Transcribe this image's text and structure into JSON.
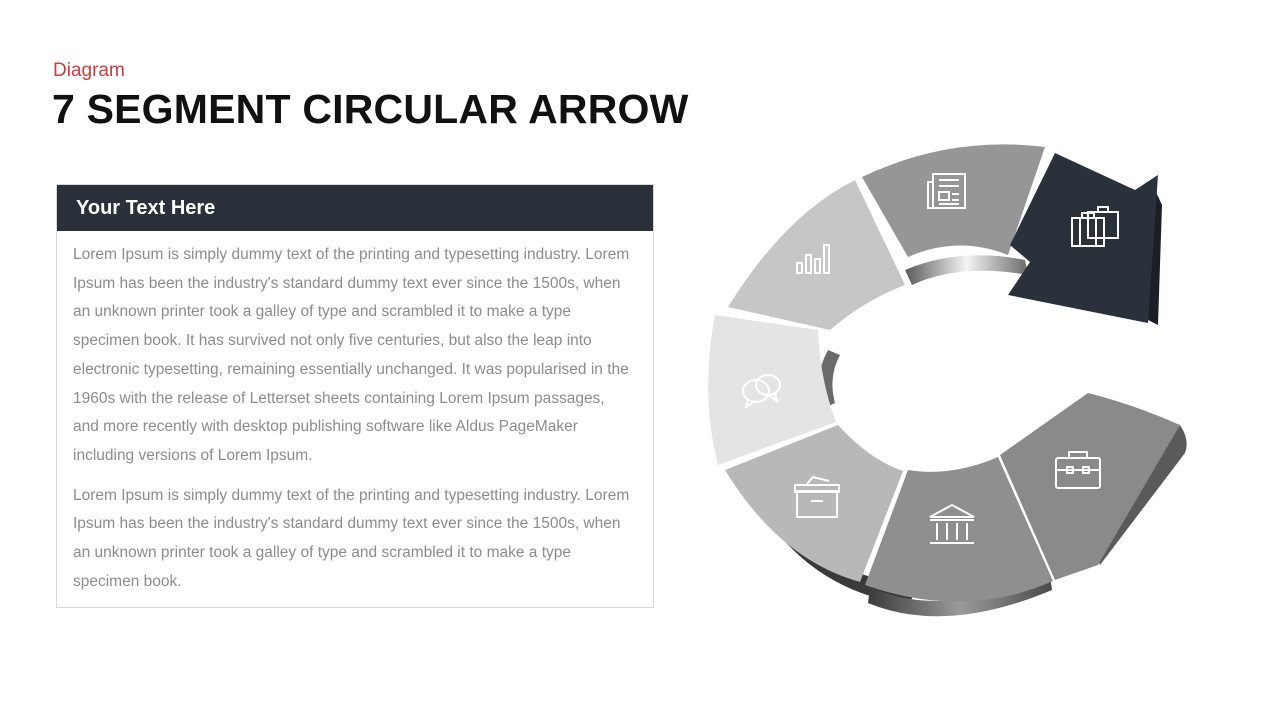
{
  "header": {
    "subtitle": "Diagram",
    "title": "7 SEGMENT CIRCULAR ARROW"
  },
  "panel": {
    "heading": "Your  Text Here",
    "paragraphs": [
      "Lorem Ipsum is simply dummy text of the printing and typesetting industry. Lorem Ipsum has been the industry's standard dummy text ever since the 1500s, when an unknown printer took a galley of type and scrambled it to make a type specimen book. It has survived not only five centuries, but also the leap into electronic typesetting, remaining essentially unchanged. It was popularised in the 1960s with the release of Letterset sheets containing Lorem Ipsum passages, and more recently with desktop publishing software like Aldus PageMaker including versions of Lorem Ipsum.",
      "Lorem Ipsum is simply dummy text of the printing and typesetting industry. Lorem Ipsum has been the industry's standard dummy text ever since the 1500s, when an unknown printer took a galley of type and scrambled it to make a type specimen book."
    ]
  },
  "diagram": {
    "segments": [
      {
        "icon": "toolbox-icon",
        "color": "#8a8a8a"
      },
      {
        "icon": "bank-icon",
        "color": "#8f8f8f"
      },
      {
        "icon": "archive-box-icon",
        "color": "#b8b8b8"
      },
      {
        "icon": "chat-bubbles-icon",
        "color": "#e4e4e4"
      },
      {
        "icon": "bar-chart-icon",
        "color": "#c6c6c6"
      },
      {
        "icon": "newspaper-icon",
        "color": "#969696"
      },
      {
        "icon": "luggage-icon",
        "color": "#2b313b"
      }
    ]
  },
  "colors": {
    "accent": "#d13a3f",
    "header_bg": "#2b313b",
    "arrow_head": "#2b313b"
  }
}
